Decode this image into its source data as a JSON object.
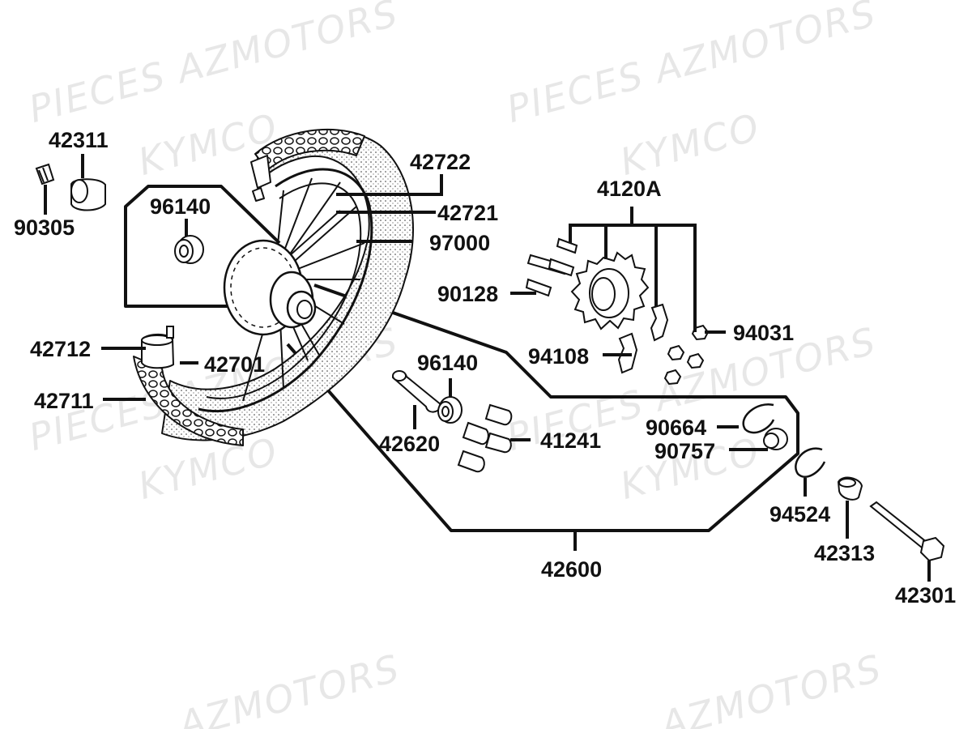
{
  "watermarks": [
    "PIECES AZMOTORS",
    "KYMCO",
    "PIECES AZMOTORS",
    "KYMCO",
    "PIECES AZMOTORS",
    "KYMCO",
    "PIECES AZMOTORS",
    "KYMCO",
    "AZMOTORS",
    "AZMOTORS"
  ],
  "parts": {
    "p42311": "42311",
    "p90305": "90305",
    "p96140a": "96140",
    "p42722": "42722",
    "p42721": "42721",
    "p97000": "97000",
    "p4120A": "4120A",
    "p90128": "90128",
    "p94031": "94031",
    "p94108": "94108",
    "p42712": "42712",
    "p42701": "42701",
    "p42711": "42711",
    "p96140b": "96140",
    "p42620": "42620",
    "p41241": "41241",
    "p90664": "90664",
    "p90757": "90757",
    "p94524": "94524",
    "p42313": "42313",
    "p42301": "42301",
    "p42600": "42600"
  }
}
